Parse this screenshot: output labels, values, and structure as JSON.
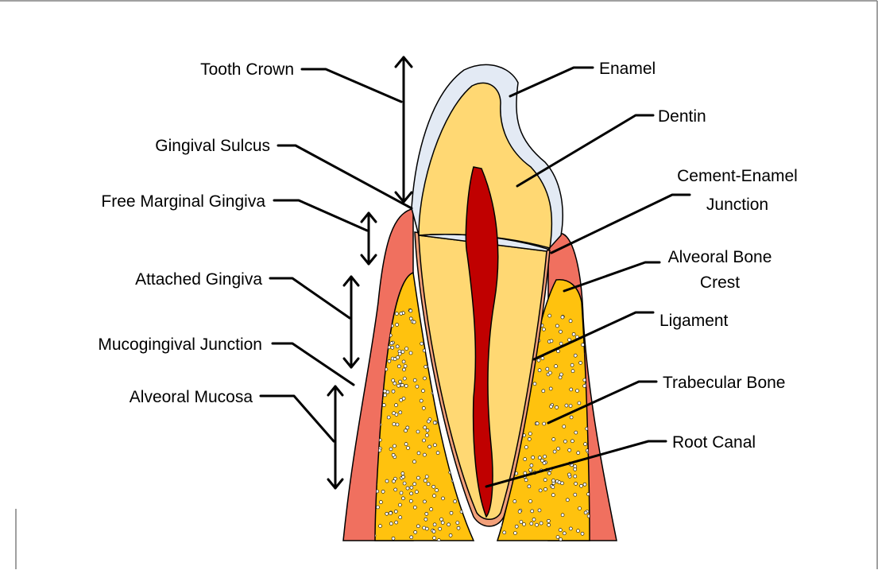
{
  "colors": {
    "gum": "#f0705f",
    "bone": "#ffc20e",
    "ligament": "#f2a07a",
    "dentin": "#ffd873",
    "enamel": "#e3eaf4",
    "pulp": "#c00000",
    "outline": "#000000",
    "frame": "#808080",
    "background": "#ffffff"
  },
  "labels": {
    "left": {
      "tooth_crown": "Tooth Crown",
      "gingival_sulcus": "Gingival Sulcus",
      "free_marginal_gingiva": "Free Marginal Gingiva",
      "attached_gingiva": "Attached Gingiva",
      "mucogingival_junction": "Mucogingival Junction",
      "alveolar_mucosa": "Alveoral Mucosa"
    },
    "right": {
      "enamel": "Enamel",
      "dentin": "Dentin",
      "cement_enamel_junction_line1": "Cement-Enamel",
      "cement_enamel_junction_line2": "Junction",
      "alveolar_bone_crest_line1": "Alveoral Bone",
      "alveolar_bone_crest_line2": "Crest",
      "ligament": "Ligament",
      "trabecular_bone": "Trabecular Bone",
      "root_canal": "Root Canal"
    }
  }
}
